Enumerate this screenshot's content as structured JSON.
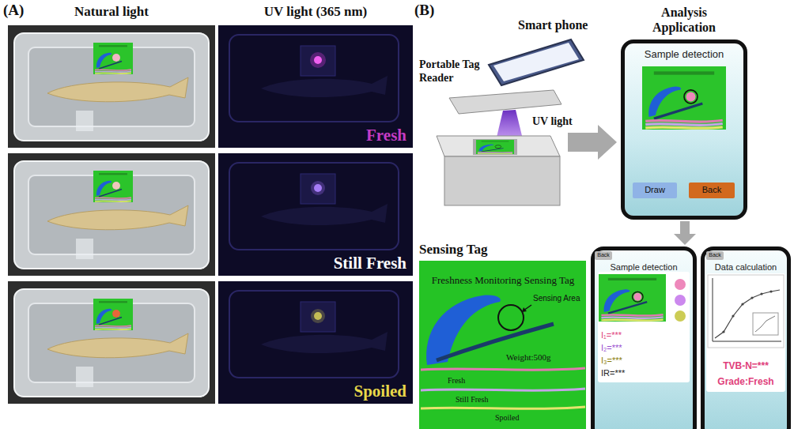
{
  "diagram": {
    "nodes": [
      {
        "text": [
          "Analysis Application",
          "Sample detection"
        ]
      },
      {
        "text": [
          "Draw"
        ],
        "in": 0
      },
      {
        "text": [
          "Back"
        ],
        "in": 0
      },
      {
        "text": [
          "Sensing Tag",
          "Freshness Monitoring Sensing Tag",
          "Sensing Area",
          "Weight:500g",
          "Fresh",
          "Still Fresh",
          "Spoiled"
        ]
      },
      {
        "text": [
          "Sample detection",
          "I₁=***",
          "I₂=***",
          "I₃=***",
          "IR=***"
        ]
      },
      {
        "text": [
          "Back"
        ],
        "in": 4
      },
      {
        "text": [
          "Data calculation",
          "TVB-N=***",
          "Grade:Fresh"
        ]
      },
      {
        "text": [
          "Back"
        ],
        "in": 6
      }
    ],
    "edges": [
      {
        "from": 0,
        "to": 4,
        "arrow": "to"
      }
    ],
    "labels": [
      "(A)",
      "Natural light",
      "UV light (365 nm)",
      "Fresh",
      "Still Fresh",
      "Spoiled",
      "(B)",
      "Smart phone",
      "Portable Tag Reader",
      "UV light"
    ]
  }
}
